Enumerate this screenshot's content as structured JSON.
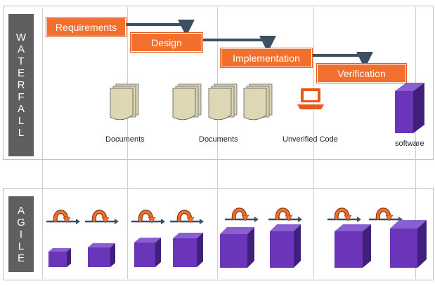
{
  "waterfall": {
    "side_label": [
      "W",
      "A",
      "T",
      "E",
      "R",
      "F",
      "A",
      "L",
      "L"
    ],
    "stages": [
      "Requirements",
      "Design",
      "Implementation",
      "Verification"
    ],
    "captions": [
      "Documents",
      "Documents",
      "Unverified Code",
      "software"
    ]
  },
  "agile": {
    "side_label": [
      "A",
      "G",
      "I",
      "L",
      "E"
    ],
    "iterations": 8
  },
  "colors": {
    "stage_orange": "#f26f2e",
    "arrow_dark": "#3d4f63",
    "doc_fill": "#d8d3b0",
    "cube_front": "#6a35b8",
    "cube_top": "#8a5fd1",
    "cube_side": "#40207a",
    "laptop": "#e8571b",
    "label_bg": "#5f5f5f"
  },
  "icons": [
    "documents-icon",
    "laptop-icon",
    "cube-icon",
    "cycle-arrow-icon"
  ]
}
